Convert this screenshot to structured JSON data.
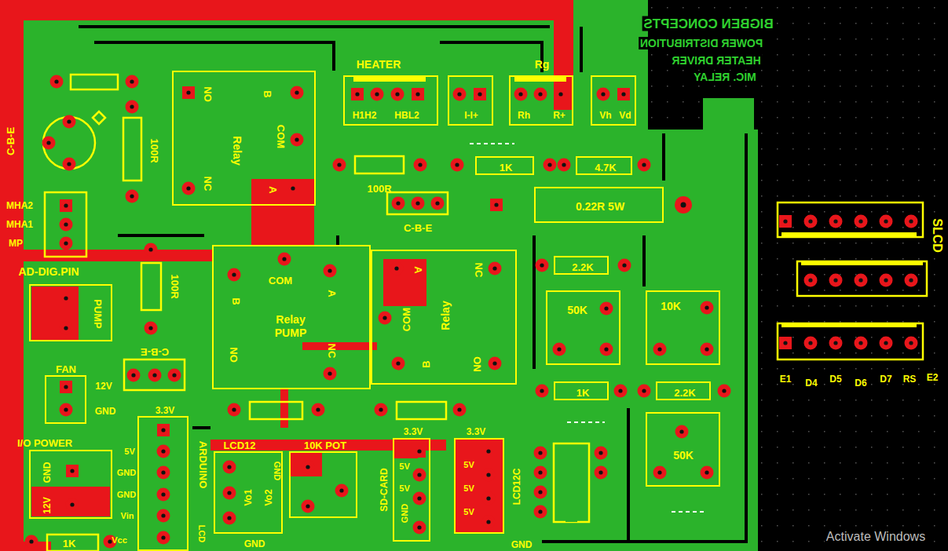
{
  "diagram": {
    "nodes": [
      {
        "text": [
          "NO",
          "B",
          "COM",
          "Relay",
          "NC",
          "A"
        ]
      },
      {
        "text": [
          "HEATER",
          "H1H2",
          "HBL2"
        ]
      },
      {
        "text": [
          "I-I+"
        ]
      },
      {
        "text": [
          "Rg",
          "Rh",
          "R+"
        ]
      },
      {
        "text": [
          "Vh",
          "Vd"
        ]
      },
      {
        "text": [
          "1K"
        ]
      },
      {
        "text": [
          "4.7K"
        ]
      },
      {
        "text": [
          "0.22R 5W"
        ]
      },
      {
        "text": [
          "SLCD",
          "E1",
          "D4",
          "D5",
          "D6",
          "D7",
          "RS",
          "E2"
        ]
      },
      {
        "text": [
          "COM",
          "B",
          "A",
          "Relay",
          "PUMP",
          "NO",
          "NC"
        ]
      },
      {
        "text": [
          "A",
          "NC",
          "COM",
          "Relay",
          "B",
          "NO"
        ]
      },
      {
        "text": [
          "2.2K"
        ]
      },
      {
        "text": [
          "PUMP"
        ]
      },
      {
        "text": [
          "50K"
        ]
      },
      {
        "text": [
          "10K"
        ]
      },
      {
        "text": [
          "FAN",
          "12V",
          "GND"
        ]
      },
      {
        "text": [
          "1K"
        ]
      },
      {
        "text": [
          "2.2K"
        ]
      },
      {
        "text": [
          "50K"
        ]
      },
      {
        "text": [
          "I/O POWER",
          "GND",
          "12V"
        ]
      },
      {
        "text": [
          "3.3V",
          "ARDUINO",
          "5V",
          "GND",
          "GND",
          "Vin",
          "Vcc",
          "LCD"
        ]
      },
      {
        "text": [
          "LCD12",
          "Vo1",
          "Vo2",
          "GND",
          "GND"
        ]
      },
      {
        "text": [
          "10K POT"
        ]
      },
      {
        "text": [
          "3.3V",
          "SD-CARD",
          "5V",
          "5V",
          "GND"
        ]
      },
      {
        "text": [
          "3.3V",
          "LCD12C",
          "5V",
          "5V",
          "5V",
          "GND"
        ]
      }
    ],
    "labels": [
      "BIGBEN CONCEPTS",
      "POWER DISTRIBUTION",
      "HEATER DRIVER",
      "MIC. RELAY",
      "C-B-E",
      "100R",
      "MHA2",
      "MHA1",
      "MP",
      "100R",
      "C-B-E",
      "AD-DIG.PIN",
      "100R",
      "C-B-E",
      "1K",
      "Activate Windows"
    ]
  }
}
